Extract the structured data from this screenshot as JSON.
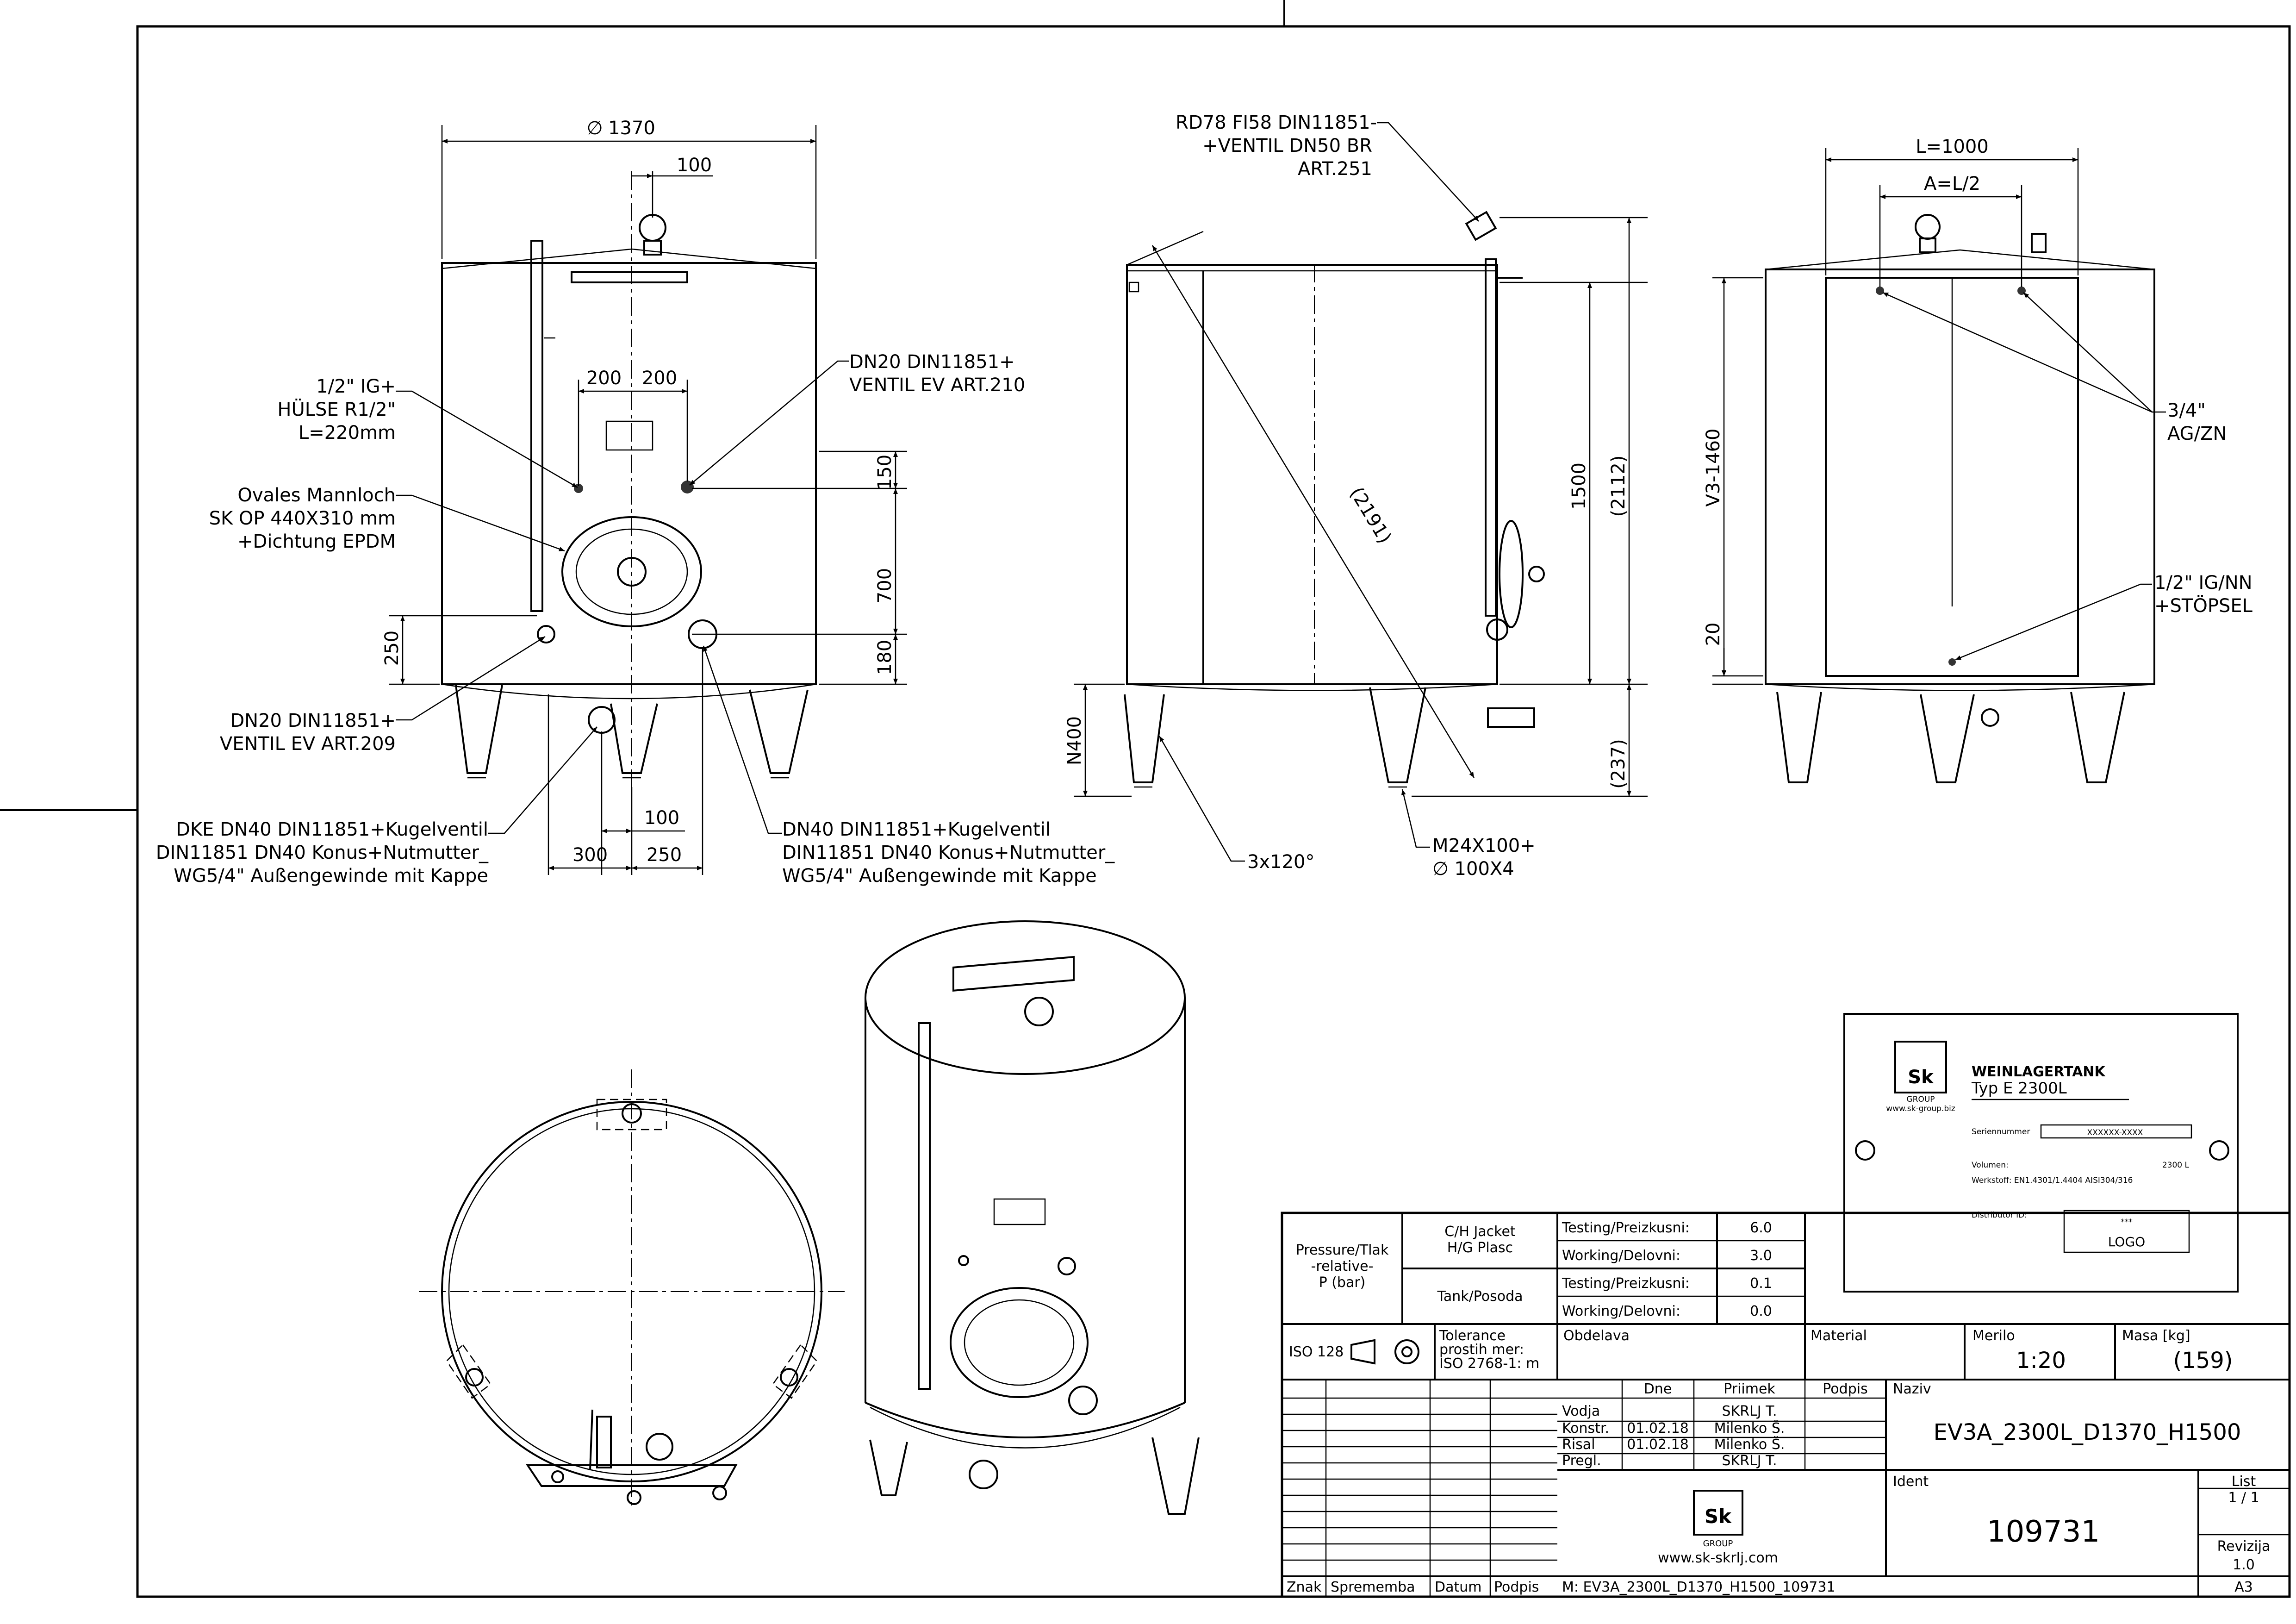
{
  "view1": {
    "dims": {
      "diameter": "1370",
      "nozzle_offset": "100",
      "half_left": "200",
      "half_right": "200",
      "h150": "150",
      "h700": "700",
      "h180": "180",
      "h250": "250",
      "bottom_100": "100",
      "bottom_300": "300",
      "bottom_250": "250"
    },
    "callouts": {
      "socket": [
        "1/2\" IG+",
        "HÜLSE R1/2\"",
        "L=220mm"
      ],
      "valve_210": [
        "DN20 DIN11851+",
        "VENTIL EV ART.210"
      ],
      "manhole": [
        "Ovales Mannloch",
        "SK OP 440X310 mm",
        "+Dichtung EPDM"
      ],
      "valve_209": [
        "DN20 DIN11851+",
        "VENTIL EV ART.209"
      ],
      "dke": [
        "DKE DN40 DIN11851+Kugelventil",
        "DIN11851 DN40 Konus+Nutmutter_",
        "WG5/4\" Außengewinde mit Kappe"
      ],
      "dn40": [
        "DN40 DIN11851+Kugelventil",
        "DIN11851 DN40 Konus+Nutmutter_",
        "WG5/4\" Außengewinde mit Kappe"
      ]
    }
  },
  "view2": {
    "callout_top": [
      "RD78 FI58 DIN11851-",
      "+VENTIL DN50 BR",
      "ART.251"
    ],
    "dims": {
      "h1500": "1500",
      "h2112": "(2112)",
      "diag": "(2191)",
      "h237": "(237)",
      "n400": "N400"
    },
    "legs": "3x120°",
    "anchor": [
      "M24X100+",
      "∅ 100X4"
    ]
  },
  "view3": {
    "dims": {
      "length": "L=1000",
      "half": "A=L/2",
      "v3": "V3-1460",
      "h20": "20"
    },
    "callouts": {
      "ag": [
        "3/4\"",
        "AG/ZN"
      ],
      "ig": [
        "1/2\" IG/NN",
        "+STÖPSEL"
      ]
    }
  },
  "nameplate": {
    "logo_text": "GROUP",
    "web": "www.sk-group.biz",
    "title": "WEINLAGERTANK",
    "type": "Typ E   2300L",
    "serial_label": "Seriennummer",
    "serial_value": "XXXXXX-XXXX",
    "volume_label": "Volumen:",
    "volume_value": "2300 L",
    "material_label": "Werkstoff: EN1.4301/1.4404   AISI304/316",
    "distributor_label": "Distributor ID:",
    "distributor_value": "***",
    "logo_placeholder": "LOGO"
  },
  "titleblock": {
    "pressure_label": [
      "Pressure/Tlak",
      "-relative-",
      "P (bar)"
    ],
    "jacket": [
      "C/H Jacket",
      "H/G Plasc"
    ],
    "tank": "Tank/Posoda",
    "testing1": "Testing/Preizkusni:",
    "testing1_value": "6.0",
    "working1": "Working/Delovni:",
    "working1_value": "3.0",
    "testing2": "Testing/Preizkusni:",
    "testing2_value": "0.1",
    "working2": "Working/Delovni:",
    "working2_value": "0.0",
    "iso": "ISO 128",
    "tolerance": [
      "Tolerance",
      "prostih mer:",
      "ISO 2768-1: m"
    ],
    "obdelava": "Obdelava",
    "material": "Material",
    "merilo": "Merilo",
    "merilo_value": "1:20",
    "masa": "Masa [kg]",
    "masa_value": "(159)",
    "col_dne": "Dne",
    "col_priimek": "Priimek",
    "col_podpis": "Podpis",
    "rows": [
      {
        "role": "Vodja",
        "date": "",
        "name": "SKRLJ T."
      },
      {
        "role": "Konstr.",
        "date": "01.02.18",
        "name": "Milenko Š."
      },
      {
        "role": "Risal",
        "date": "01.02.18",
        "name": "Milenko Š."
      },
      {
        "role": "Pregl.",
        "date": "",
        "name": "SKRLJ T."
      }
    ],
    "naziv": "Naziv",
    "naziv_value": "EV3A_2300L_D1370_H1500",
    "ident": "Ident",
    "ident_value": "109731",
    "list": "List",
    "list_value": "1 / 1",
    "revizija": "Revizija",
    "revizija_value": "1.0",
    "website": "www.sk-skrlj.com",
    "logo_group": "GROUP",
    "bottom": [
      "Znak",
      "Sprememba",
      "Datum",
      "Podpis"
    ],
    "file": "M: EV3A_2300L_D1370_H1500_109731",
    "format": "A3"
  }
}
